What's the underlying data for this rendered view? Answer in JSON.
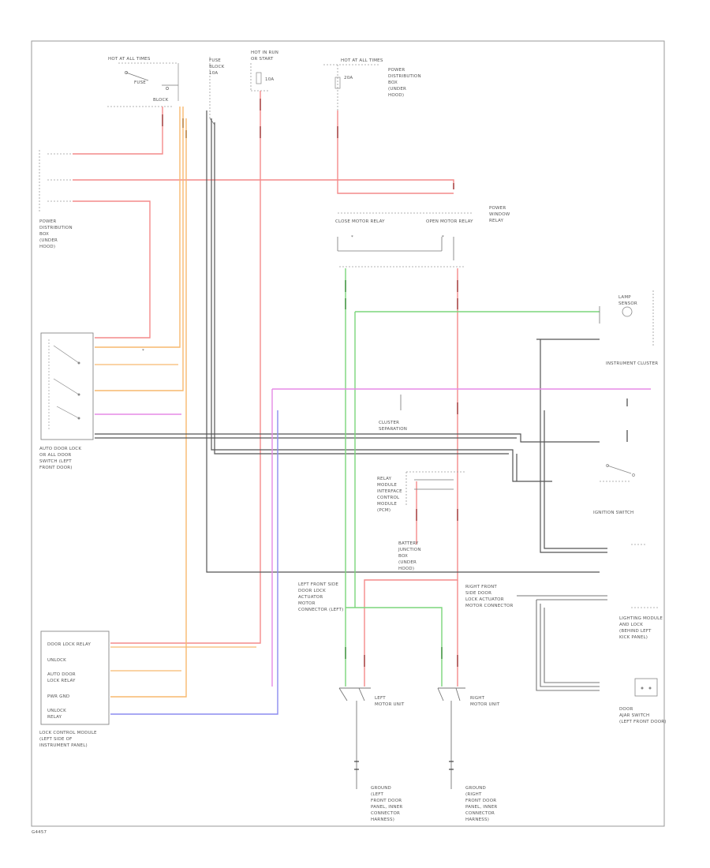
{
  "footer_code": "G4457",
  "components": {
    "hot_all_times_top": [
      "HOT AT ALL TIMES"
    ],
    "fuse_left": [
      "FUSE",
      "BLOCK"
    ],
    "hot_in_run": [
      "HOT IN RUN",
      "OR START"
    ],
    "fuse_b": [
      "FUSE",
      "BLOCK",
      "10A"
    ],
    "hot_all_times_right": [
      "HOT AT ALL TIMES"
    ],
    "power_dist_right": [
      "POWER",
      "DISTRIBUTION",
      "BOX",
      "(UNDER",
      "HOOD)"
    ],
    "power_dist_left": [
      "POWER",
      "DISTRIBUTION",
      "BOX",
      "(UNDER",
      "HOOD)"
    ],
    "relay_close": [
      "CLOSE MOTOR RELAY"
    ],
    "relay_open": [
      "OPEN MOTOR RELAY"
    ],
    "relay_module": [
      "POWER",
      "WINDOW",
      "RELAY"
    ],
    "lamp": [
      "LAMP",
      "SENSOR"
    ],
    "instrument_cluster": [
      "INSTRUMENT CLUSTER"
    ],
    "door_switch_module": [
      "AUTO DOOR LOCK",
      "OR ALL DOOR",
      "SWITCH (LEFT",
      "FRONT DOOR)"
    ],
    "cluster_box": [
      "CLUSTER",
      "SEPARATION"
    ],
    "motor_relay_center": [
      "RELAY",
      "MODULE",
      "INTERFACE",
      "CONTROL",
      "MODULE",
      "(PCM)"
    ],
    "battery_junction": [
      "BATTERY",
      "JUNCTION",
      "BOX",
      "(UNDER",
      "HOOD)"
    ],
    "motor_left_label": [
      "LEFT FRONT SIDE",
      "DOOR LOCK",
      "ACTUATOR",
      "MOTOR",
      "CONNECTOR (LEFT)"
    ],
    "motor_right_label": [
      "RIGHT FRONT",
      "SIDE DOOR",
      "LOCK ACTUATOR",
      "MOTOR CONNECTOR"
    ],
    "motor_left": [
      "LEFT",
      "MOTOR UNIT"
    ],
    "motor_right": [
      "RIGHT",
      "MOTOR UNIT"
    ],
    "ground_left": [
      "GROUND",
      "(LEFT",
      "FRONT DOOR",
      "PANEL, INNER",
      "CONNECTOR",
      "HARNESS)"
    ],
    "ground_right": [
      "GROUND",
      "(RIGHT",
      "FRONT DOOR",
      "PANEL, INNER",
      "CONNECTOR",
      "HARNESS)"
    ],
    "ignition_switch": [
      "IGNITION SWITCH"
    ],
    "lighting_module": [
      "LIGHTING MODULE",
      "AND LOCK",
      "(BEHIND LEFT",
      "KICK PANEL)"
    ],
    "door_ajar": [
      "DOOR",
      "AJAR SWITCH",
      "(LEFT FRONT DOOR)"
    ],
    "lock_control": [
      "LOCK CONTROL MODULE",
      "(LEFT SIDE OF",
      "INSTRUMENT PANEL)"
    ],
    "lcm_pins": [
      "DOOR LOCK RELAY",
      "UNLOCK",
      "AUTO DOOR",
      "LOCK RELAY",
      "PWR GND",
      "UNLOCK",
      "RELAY"
    ]
  },
  "wire_colors": {
    "red": "#f48a8a",
    "orange": "#f7b96f",
    "green": "#7bd67b",
    "magenta": "#e58ae5",
    "blue": "#8c8cf0",
    "black": "#555555",
    "gray": "#9a9a9a"
  }
}
